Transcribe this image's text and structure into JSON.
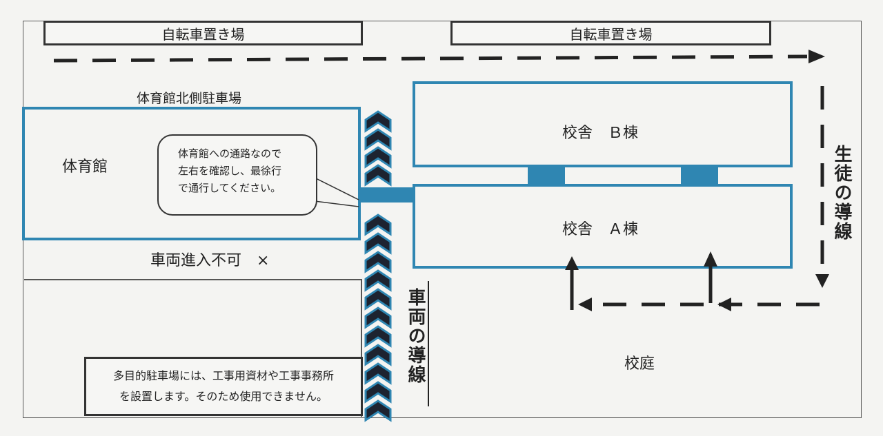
{
  "bike_parking_left": "自転車置き場",
  "bike_parking_right": "自転車置き場",
  "gym_north_parking": "体育館北側駐車場",
  "gym": "体育館",
  "bubble": {
    "line1": "体育館への通路なので",
    "line2": "左右を確認し、最徐行",
    "line3": "で通行してください。"
  },
  "building_b": "校舎　Ｂ棟",
  "building_a": "校舎　Ａ棟",
  "no_vehicle": "車両進入不可　×",
  "vehicle_route": "車両の導線",
  "student_route": "生徒の導線",
  "courtyard": "校庭",
  "note": {
    "line1": "多目的駐車場には、工事用資材や工事事務所",
    "line2": "を設置します。そのため使用できません。"
  },
  "colors": {
    "blue": "#2f86b2",
    "dark": "#222222"
  }
}
